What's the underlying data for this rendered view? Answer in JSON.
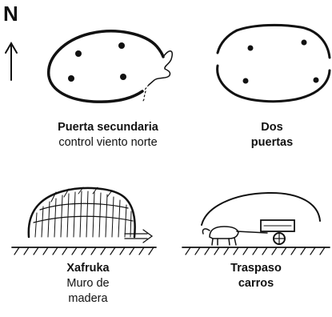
{
  "north": {
    "label": "N"
  },
  "panels": [
    {
      "title": "Puerta secundaria",
      "subtitle": "control viento norte"
    },
    {
      "title_line1": "Dos",
      "title_line2": "puertas"
    },
    {
      "title": "Xafruka",
      "subtitle_line1": "Muro de",
      "subtitle_line2": "madera"
    },
    {
      "title_line1": "Traspaso",
      "title_line2": "carros"
    }
  ]
}
